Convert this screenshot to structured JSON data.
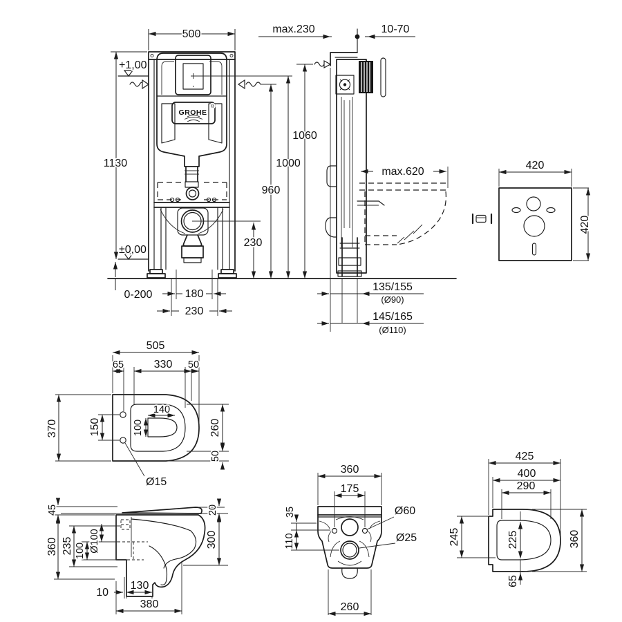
{
  "drawing": {
    "front_view": {
      "dim_width": "500",
      "dim_height": "1130",
      "level_top": "+1,00",
      "level_floor": "±0,00",
      "dim_floor_range": "0-200",
      "dim_outlet_inner": "180",
      "dim_outlet_outer": "230",
      "dim_drain_height": "230",
      "dim_960": "960",
      "dim_1000": "1000",
      "dim_1060": "1060",
      "logo": "GROHE",
      "logo_mark": "®"
    },
    "side_view": {
      "dim_depth": "max.230",
      "dim_wall": "10-70",
      "dim_reach": "max.620",
      "dim_outlet90": "135/155",
      "dim_outlet90_dia": "(Ø90)",
      "dim_outlet110": "145/165",
      "dim_outlet110_dia": "(Ø110)"
    },
    "sound_plate": {
      "dim_width": "420",
      "dim_height": "420"
    },
    "bowl_top_view": {
      "dim_505": "505",
      "dim_65": "65",
      "dim_330": "330",
      "dim_50_top": "50",
      "dim_370": "370",
      "dim_150": "150",
      "dim_140": "140",
      "dim_100": "100",
      "dim_260": "260",
      "dim_50_right": "50",
      "dim_hole": "Ø15"
    },
    "bowl_side_view": {
      "dim_45": "45",
      "dim_20": "20",
      "dim_360": "360",
      "dim_235": "235",
      "dim_100": "100",
      "dim_d100": "Ø100",
      "dim_300": "300",
      "dim_10": "10",
      "dim_130": "130",
      "dim_380": "380"
    },
    "bowl_back_view": {
      "dim_360": "360",
      "dim_175": "175",
      "dim_35": "35",
      "dim_110": "110",
      "dim_d60": "Ø60",
      "dim_d25": "Ø25",
      "dim_260": "260"
    },
    "seat_view": {
      "dim_425": "425",
      "dim_400": "400",
      "dim_290": "290",
      "dim_245": "245",
      "dim_225": "225",
      "dim_360": "360",
      "dim_65": "65"
    }
  }
}
